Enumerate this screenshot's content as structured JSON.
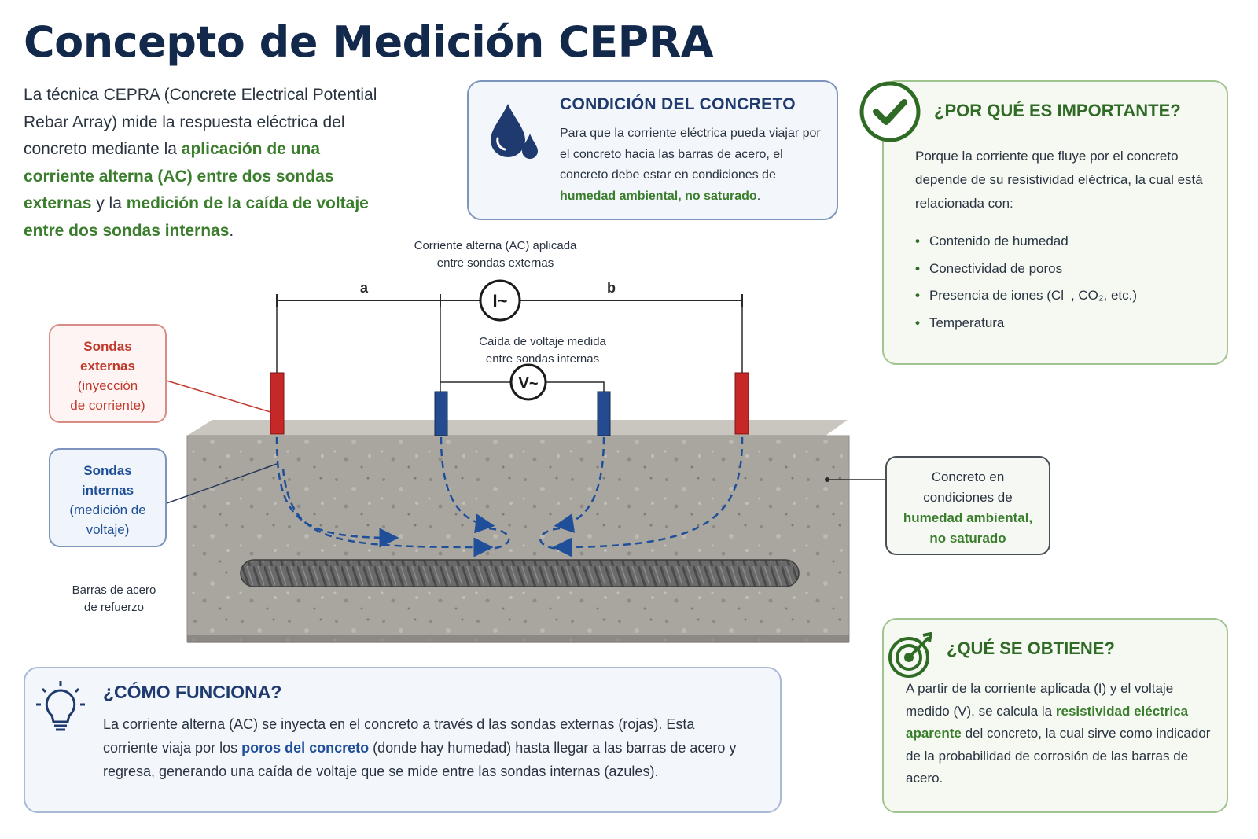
{
  "title": "Concepto de Medición CEPRA",
  "intro": {
    "t1": "La técnica CEPRA (Concrete Electrical Potential Rebar Array) mide la respuesta eléctrica del concreto mediante la ",
    "g1": "aplicación de una corriente alterna (AC) entre dos sondas externas",
    "t2": " y la ",
    "g2": "medición de la caída de voltaje entre dos sondas internas",
    "t3": "."
  },
  "condicion": {
    "title": "CONDICIÓN DEL CONCRETO",
    "text": "Para que la corriente eléctrica pueda viajar por el concreto hacia las barras de acero, el concreto debe estar en condiciones de ",
    "highlight": "humedad ambiental, no saturado",
    "end": ".",
    "icon": "water-drops-icon"
  },
  "importante": {
    "title": "¿POR QUÉ ES IMPORTANTE?",
    "text": "Porque la corriente que fluye por el concreto depende de su resistividad eléctrica, la cual está relacionada con:",
    "items": [
      "Contenido de humedad",
      "Conectividad de poros",
      "Presencia de iones (Cl⁻, CO₂, etc.)",
      "Temperatura"
    ],
    "icon": "checkmark-icon"
  },
  "obtiene": {
    "title": "¿QUÉ SE OBTIENE?",
    "t1": "A partir de la corriente aplicada (I) y el voltaje medido (V), se calcula la ",
    "g1": "resistividad eléctrica aparente",
    "t2": " del concreto, la cual sirve como indicador de la probabilidad de corrosión de las barras de acero.",
    "icon": "target-icon"
  },
  "funciona": {
    "title": "¿CÓMO FUNCIONA?",
    "t1": "La corriente alterna (AC) se inyecta en el concreto a través d las sondas externas (rojas). Esta corriente viaja por los ",
    "b1": "poros del concreto",
    "t2": " (donde hay humedad) hasta llegar a las barras de acero y regresa, generando una caída de voltaje que se mide entre las sondas internas (azules).",
    "icon": "lightbulb-icon"
  },
  "diagram": {
    "current_label_1": "Corriente alterna (AC) aplicada",
    "current_label_2": "entre sondas externas",
    "voltage_label_1": "Caída de voltaje medida",
    "voltage_label_2": "entre sondas internas",
    "a": "a",
    "b": "b",
    "ammeter": "I~",
    "voltmeter": "V~",
    "ext_1": "Sondas",
    "ext_2": "externas",
    "ext_3": "(inyección",
    "ext_4": "de corriente)",
    "int_1": "Sondas",
    "int_2": "internas",
    "int_3": "(medición de",
    "int_4": "voltaje)",
    "rebar_1": "Barras de acero",
    "rebar_2": "de refuerzo",
    "con_1": "Concreto en",
    "con_2": "condiciones de",
    "con_3": "humedad ambiental,",
    "con_4": "no saturado"
  },
  "colors": {
    "navy": "#13294b",
    "green": "#3a7d2c",
    "red_probe": "#c62828",
    "blue_probe": "#244a8f"
  }
}
